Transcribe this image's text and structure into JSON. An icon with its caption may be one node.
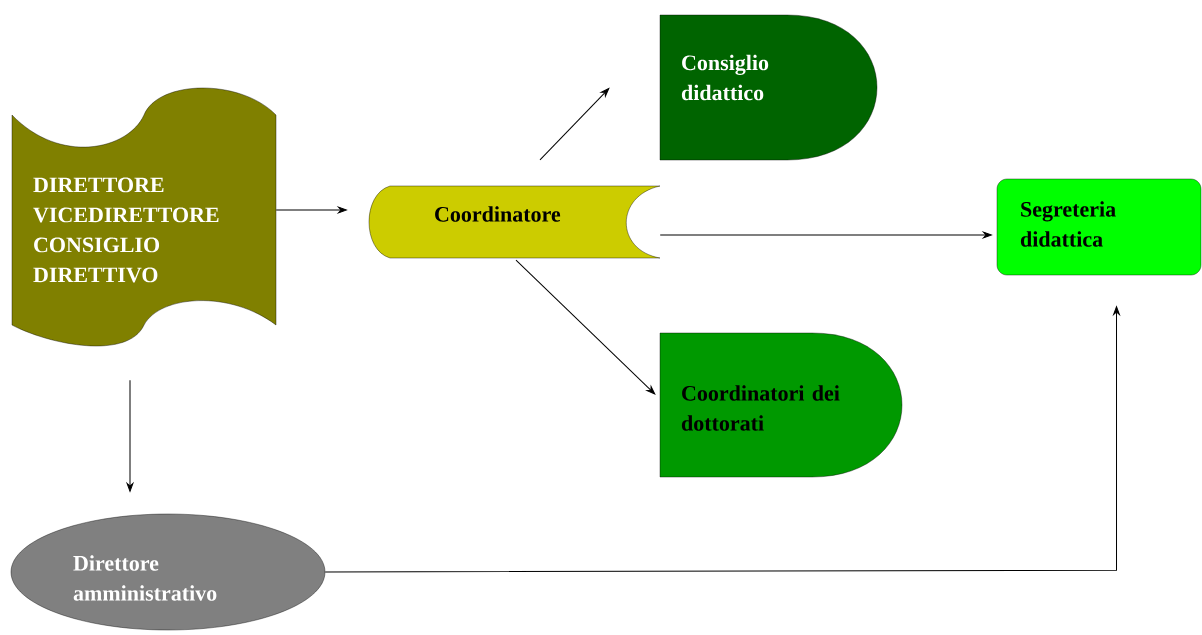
{
  "diagram": {
    "nodes": [
      {
        "text": [
          "DIRETTORE VICEDIRETTORE CONSIGLIO DIRETTIVO"
        ]
      },
      {
        "text": [
          "Coordinatore"
        ]
      },
      {
        "text": [
          "Consiglio didattico"
        ]
      },
      {
        "text": [
          "Segreteria didattica"
        ]
      },
      {
        "text": [
          "Coordinatori dei dottorati"
        ]
      },
      {
        "text": [
          "Direttore amministrativo"
        ]
      }
    ],
    "edges": [
      {
        "from": 0,
        "to": 1,
        "arrow": "to"
      },
      {
        "from": 1,
        "to": 2,
        "arrow": "to"
      },
      {
        "from": 1,
        "to": 3,
        "arrow": "to"
      },
      {
        "from": 1,
        "to": 4,
        "arrow": "to"
      },
      {
        "from": 0,
        "to": 5,
        "arrow": "to"
      },
      {
        "from": 5,
        "to": 3,
        "arrow": "to"
      }
    ]
  }
}
